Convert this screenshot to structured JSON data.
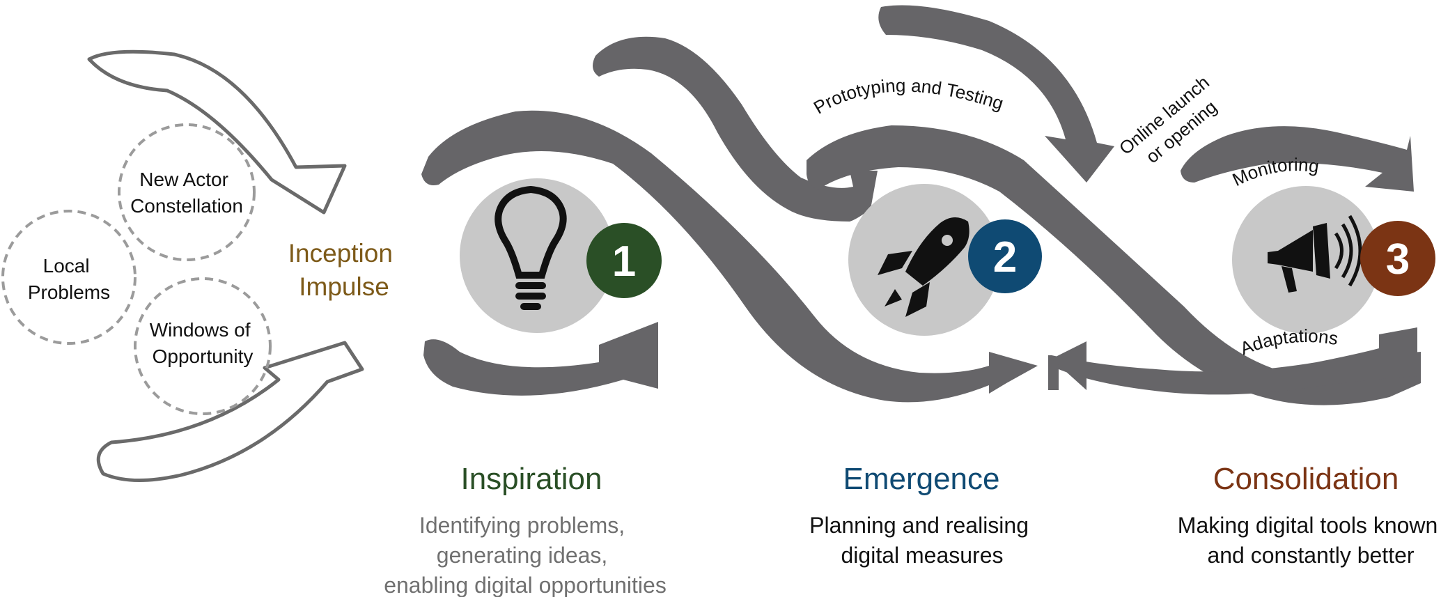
{
  "colors": {
    "arrow_gray": "#666568",
    "circle_gray": "#c8c8c8",
    "inception": "#7d5a19",
    "inspiration": "#2a4f26",
    "emergence": "#0f4a73",
    "consolidation": "#7b3414",
    "desc_gray": "#707070"
  },
  "left": {
    "bubbles": [
      {
        "lines": [
          "New Actor",
          "Constellation"
        ]
      },
      {
        "lines": [
          "Local",
          "Problems"
        ]
      },
      {
        "lines": [
          "Windows of",
          "Opportunity"
        ]
      }
    ],
    "inception_lines": [
      "Inception",
      "Impulse"
    ]
  },
  "arrow_labels": {
    "prototyping": "Prototyping and Testing",
    "online_launch_lines": [
      "Online launch",
      "or opening"
    ],
    "monitoring": "Monitoring",
    "adaptations": "Adaptations"
  },
  "phases": [
    {
      "number": "1",
      "icon": "lightbulb-icon",
      "title": "Inspiration",
      "description": [
        "Identifying problems,",
        "generating ideas,",
        "enabling digital opportunities"
      ]
    },
    {
      "number": "2",
      "icon": "rocket-icon",
      "title": "Emergence",
      "description": [
        "Planning and realising",
        "digital measures"
      ]
    },
    {
      "number": "3",
      "icon": "megaphone-icon",
      "title": "Consolidation",
      "description": [
        "Making digital tools known",
        "and constantly better"
      ]
    }
  ]
}
